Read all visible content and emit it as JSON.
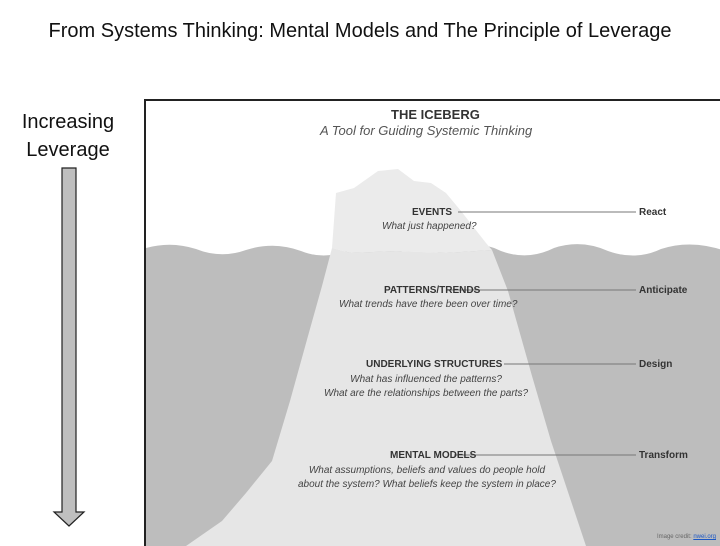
{
  "slide": {
    "title": "From Systems Thinking: Mental Models and The Principle of Leverage",
    "leverage_label_line1": "Increasing",
    "leverage_label_line2": "Leverage"
  },
  "iceberg": {
    "title": "THE ICEBERG",
    "subtitle": "A Tool for Guiding Systemic Thinking",
    "levels": [
      {
        "heading": "EVENTS",
        "questions": [
          "What just happened?"
        ],
        "action": "React"
      },
      {
        "heading": "PATTERNS/TRENDS",
        "questions": [
          "What trends have there been over time?"
        ],
        "action": "Anticipate"
      },
      {
        "heading": "UNDERLYING STRUCTURES",
        "questions": [
          "What has influenced the patterns?",
          "What are the relationships between the parts?"
        ],
        "action": "Design"
      },
      {
        "heading": "MENTAL MODELS",
        "questions": [
          "What assumptions, beliefs and values do people hold",
          "about the system? What beliefs keep the system in place?"
        ],
        "action": "Transform"
      }
    ],
    "credit_prefix": "Image credit:",
    "credit_link": "nwei.org"
  },
  "colors": {
    "iceberg_fill": "#e6e6e6",
    "water_fill": "#bdbdbd",
    "arrow_fill": "#bfbfbf"
  }
}
